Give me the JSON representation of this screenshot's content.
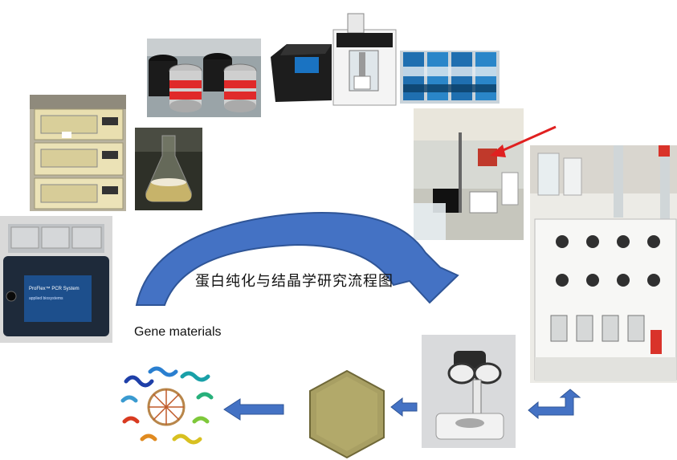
{
  "diagram": {
    "title": "蛋白纯化与结晶学研究流程图",
    "gene_label": "Gene materials"
  },
  "pcr": {
    "screen_text": "ProFlex™ PCR System",
    "brand_text": "applied biosystems"
  },
  "colors": {
    "arrow_blue": "#4472c4",
    "arrow_blue_dark": "#2f5597",
    "red_pointer": "#e02020"
  }
}
